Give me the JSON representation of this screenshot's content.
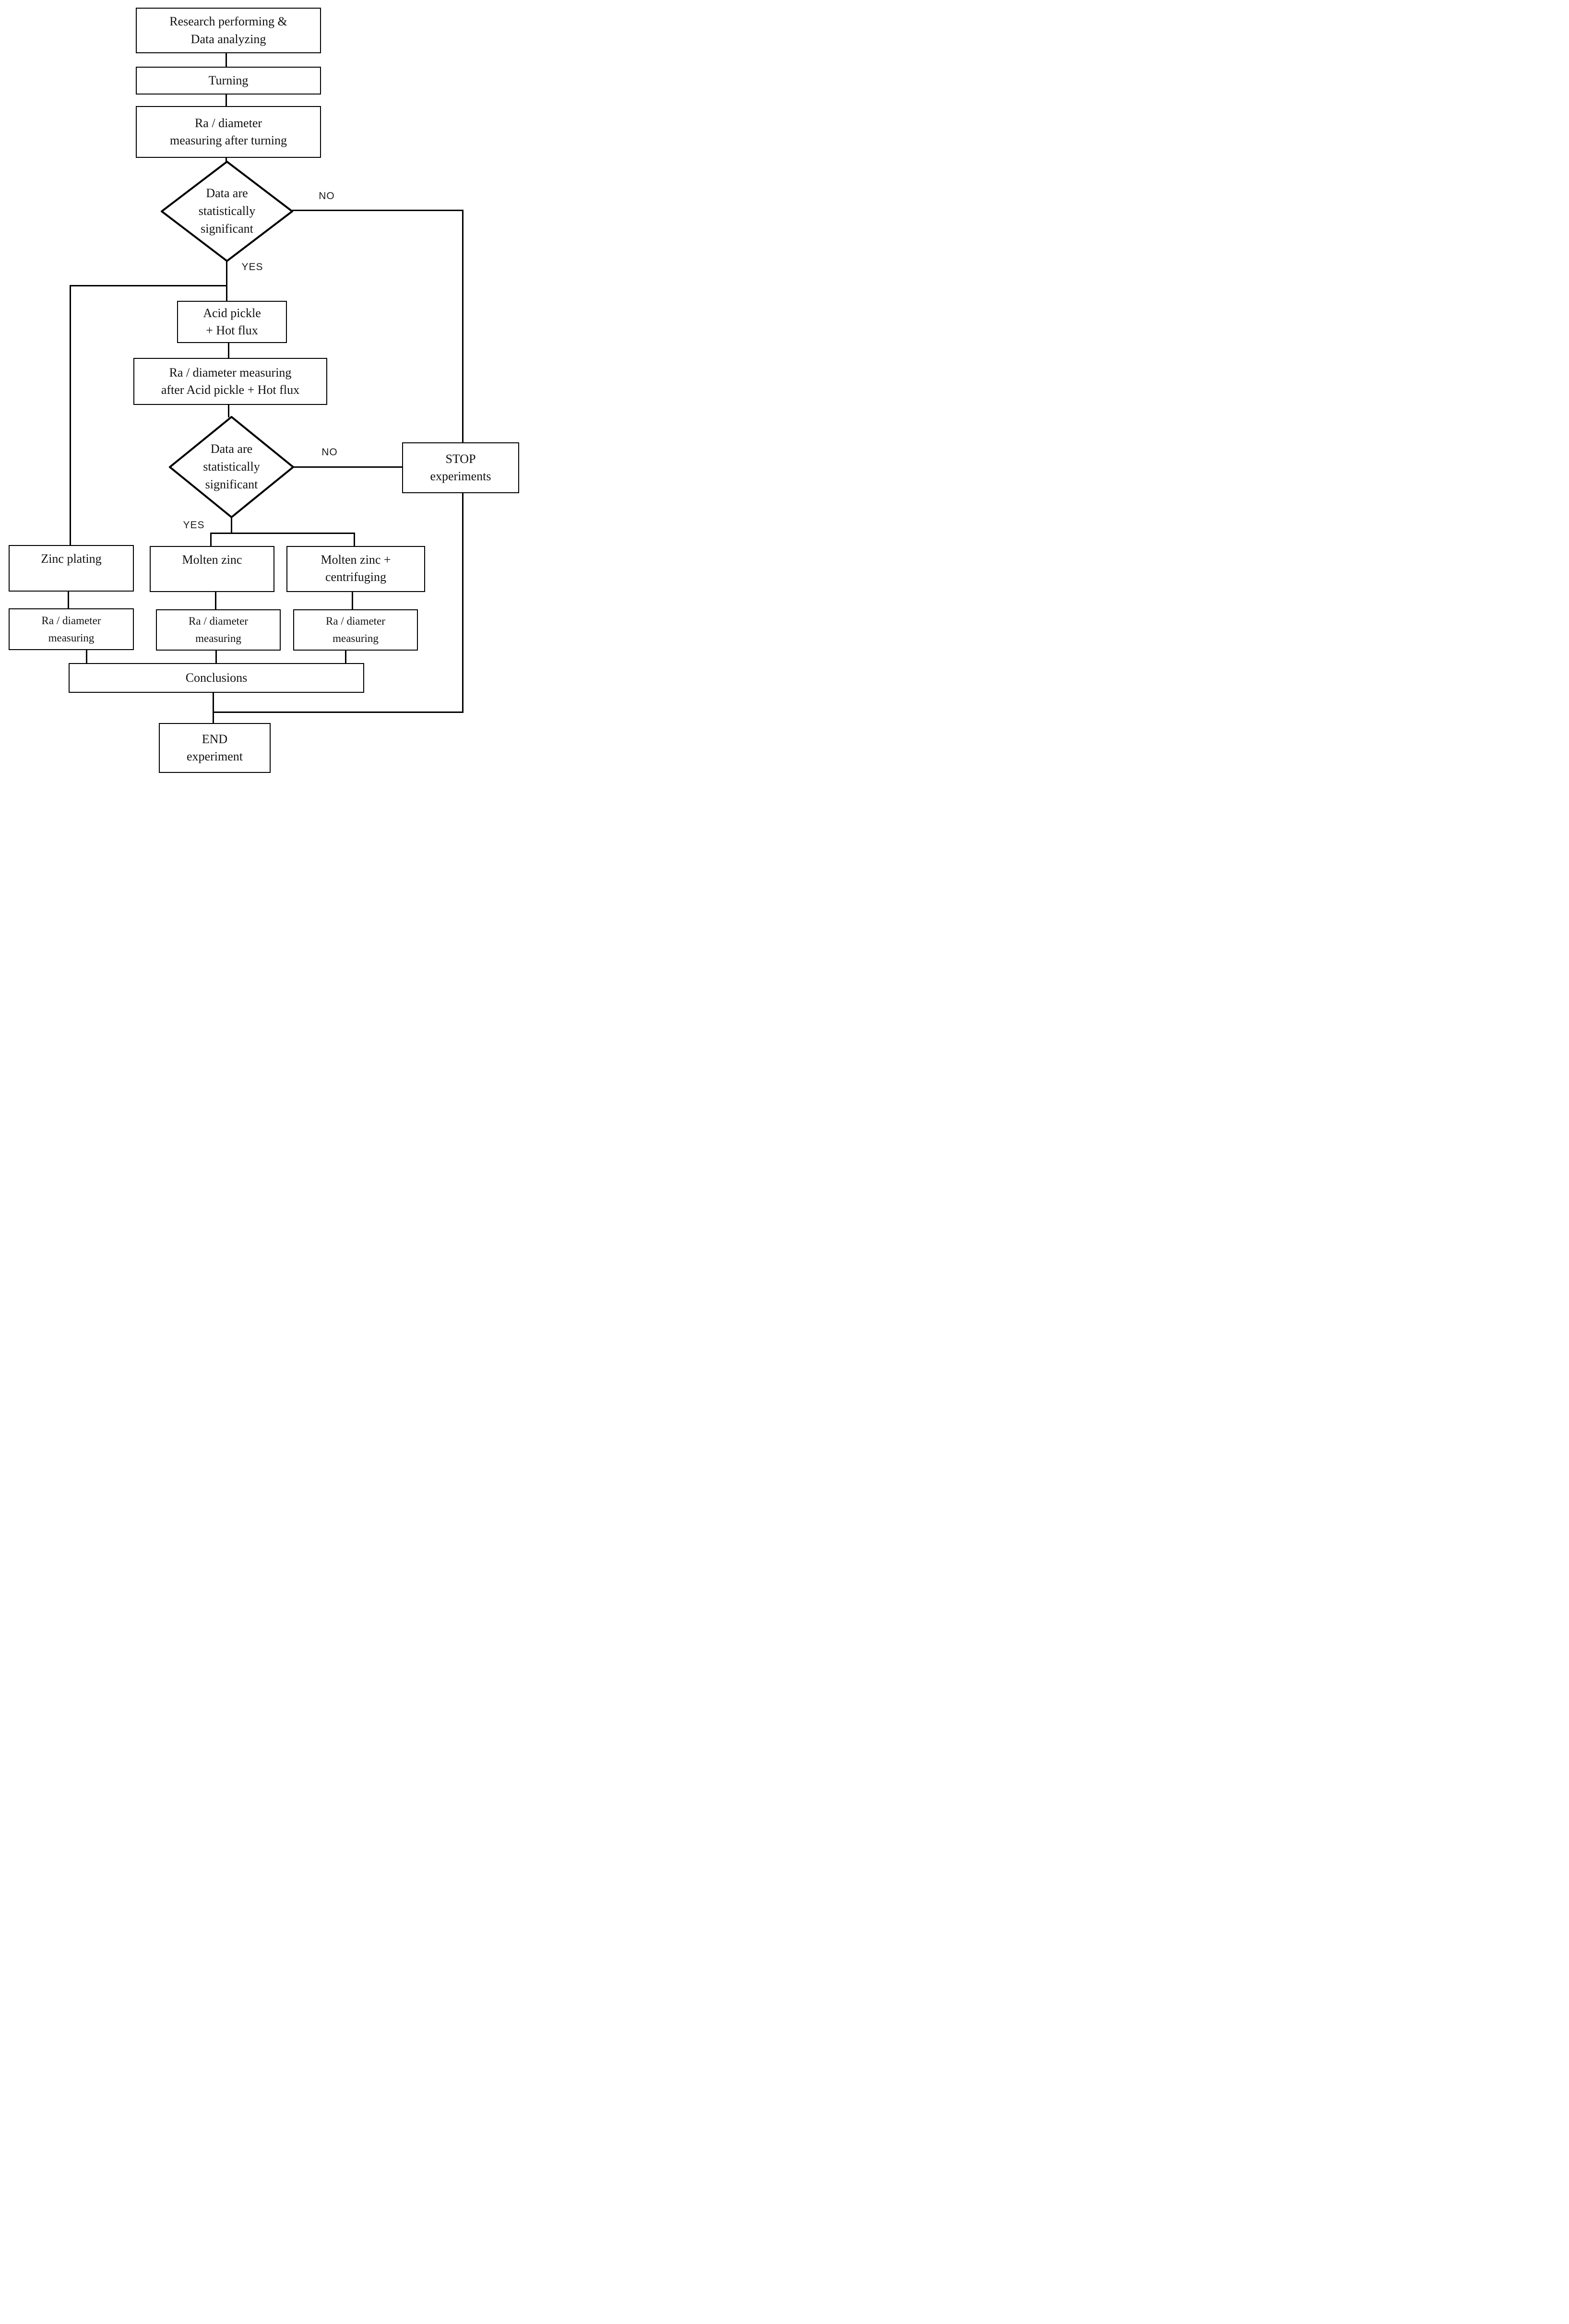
{
  "diagram": {
    "nodes": {
      "research": {
        "lines": [
          "Research performing &",
          "Data analyzing"
        ]
      },
      "turning": {
        "lines": [
          "Turning"
        ]
      },
      "ra_turning": {
        "lines": [
          "Ra / diameter",
          "measuring after turning"
        ]
      },
      "decision1": {
        "lines": [
          "Data are",
          "statistically",
          "significant"
        ]
      },
      "acid": {
        "lines": [
          "Acid pickle",
          "+ Hot flux"
        ]
      },
      "ra_acid": {
        "lines": [
          "Ra / diameter measuring",
          "after Acid pickle + Hot flux"
        ]
      },
      "decision2": {
        "lines": [
          "Data are",
          "statistically",
          "significant"
        ]
      },
      "stop": {
        "lines": [
          "STOP",
          "experiments"
        ]
      },
      "zinc": {
        "lines": [
          "Zinc plating"
        ]
      },
      "molten": {
        "lines": [
          "Molten zinc"
        ]
      },
      "centrifuging": {
        "lines": [
          "Molten zinc +",
          "centrifuging"
        ]
      },
      "ra_zinc": {
        "lines": [
          "Ra / diameter",
          "measuring"
        ]
      },
      "ra_molten": {
        "lines": [
          "Ra / diameter",
          "measuring"
        ]
      },
      "ra_centrifuging": {
        "lines": [
          "Ra / diameter",
          "measuring"
        ]
      },
      "conclusions": {
        "lines": [
          "Conclusions"
        ]
      },
      "end": {
        "lines": [
          "END",
          "experiment"
        ]
      }
    },
    "edge_labels": {
      "no1": "NO",
      "yes1": "YES",
      "no2": "NO",
      "yes2": "YES"
    },
    "colors": {
      "line": "#000000",
      "box_border": "#000000",
      "background": "#ffffff",
      "text": "#111111"
    }
  }
}
